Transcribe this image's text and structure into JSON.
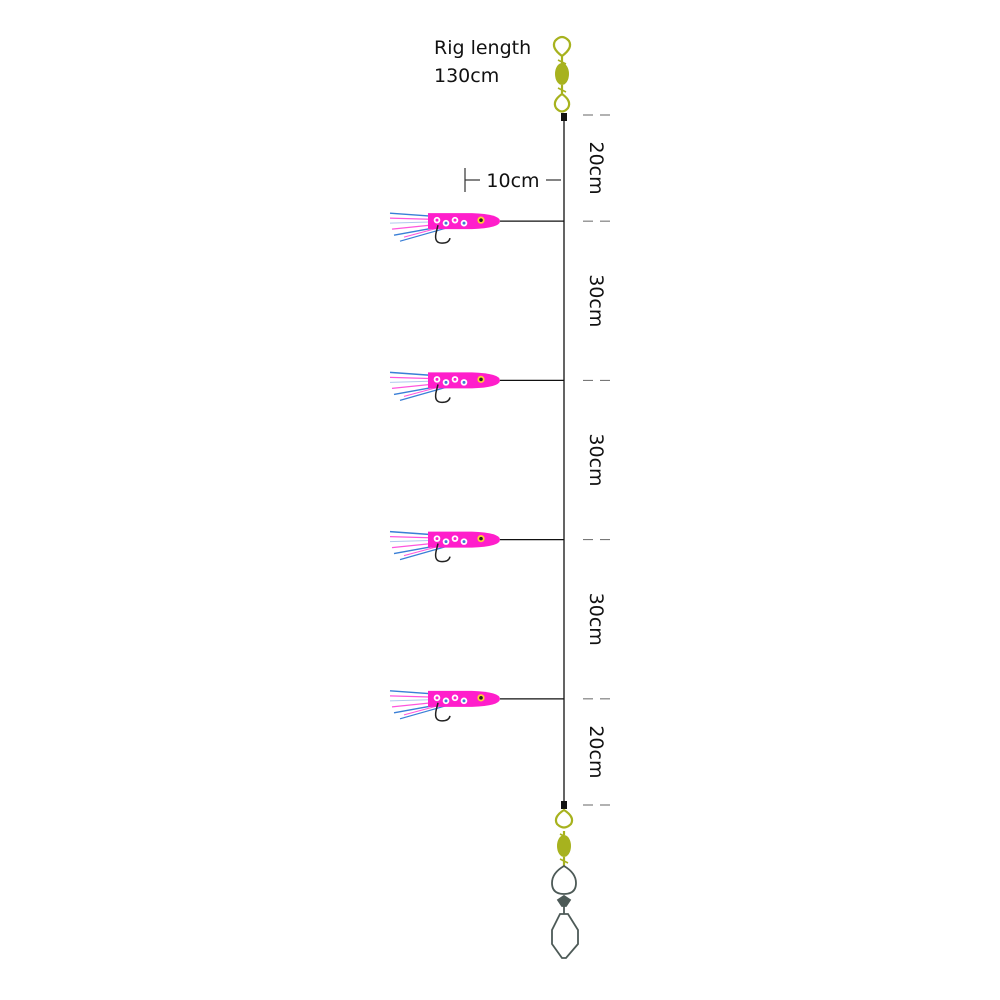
{
  "rig": {
    "label": "Rig length",
    "length": "130cm"
  },
  "snood": {
    "label": "10cm"
  },
  "segments": [
    {
      "label": "20cm",
      "length_cm": 20
    },
    {
      "label": "30cm",
      "length_cm": 30
    },
    {
      "label": "30cm",
      "length_cm": 30
    },
    {
      "label": "30cm",
      "length_cm": 30
    },
    {
      "label": "20cm",
      "length_cm": 20
    }
  ],
  "lures": {
    "count": 4
  },
  "colors": {
    "line": "#111111",
    "swivel": "#a7b21e",
    "clip": "#4d5a57",
    "lure_body": "#ff1ecb",
    "lure_tail_blue": "#3a7fd6",
    "lure_tail_pink": "#ff55dd",
    "dash": "#666666"
  },
  "icons": {
    "top_swivel": "swivel-icon",
    "bottom_swivel": "swivel-icon",
    "clip": "snap-clip-icon",
    "lure": "lure-icon",
    "hook": "hook-icon"
  }
}
